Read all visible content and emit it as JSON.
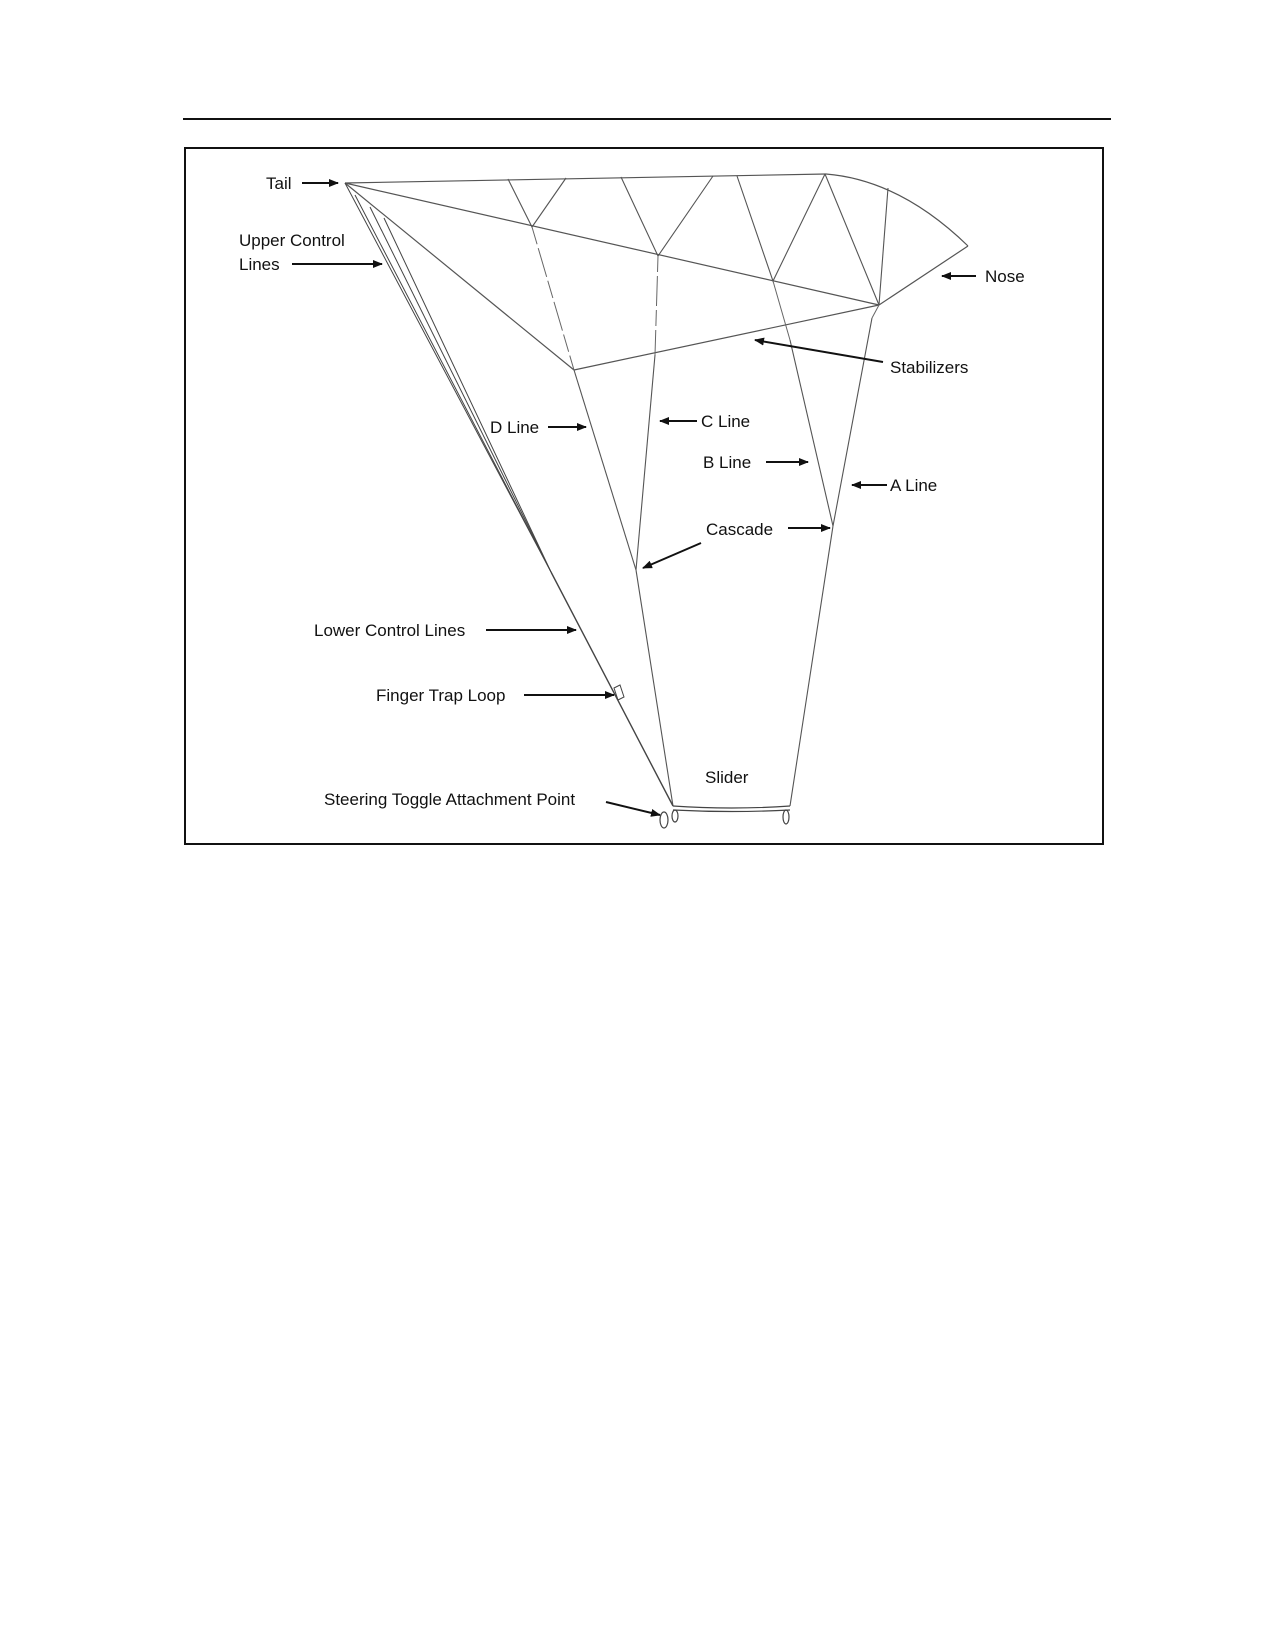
{
  "figure": {
    "labels": {
      "tail": "Tail",
      "upper_control_1": "Upper Control",
      "upper_control_2": "Lines",
      "nose": "Nose",
      "stabilizers": "Stabilizers",
      "d_line": "D Line",
      "c_line": "C Line",
      "b_line": "B Line",
      "a_line": "A Line",
      "cascade": "Cascade",
      "lower_control": "Lower Control Lines",
      "finger_trap": "Finger Trap Loop",
      "slider": "Slider",
      "steering_toggle": "Steering Toggle Attachment Point"
    },
    "colors": {
      "ink": "#111111",
      "line": "#555555",
      "background": "#ffffff"
    }
  }
}
